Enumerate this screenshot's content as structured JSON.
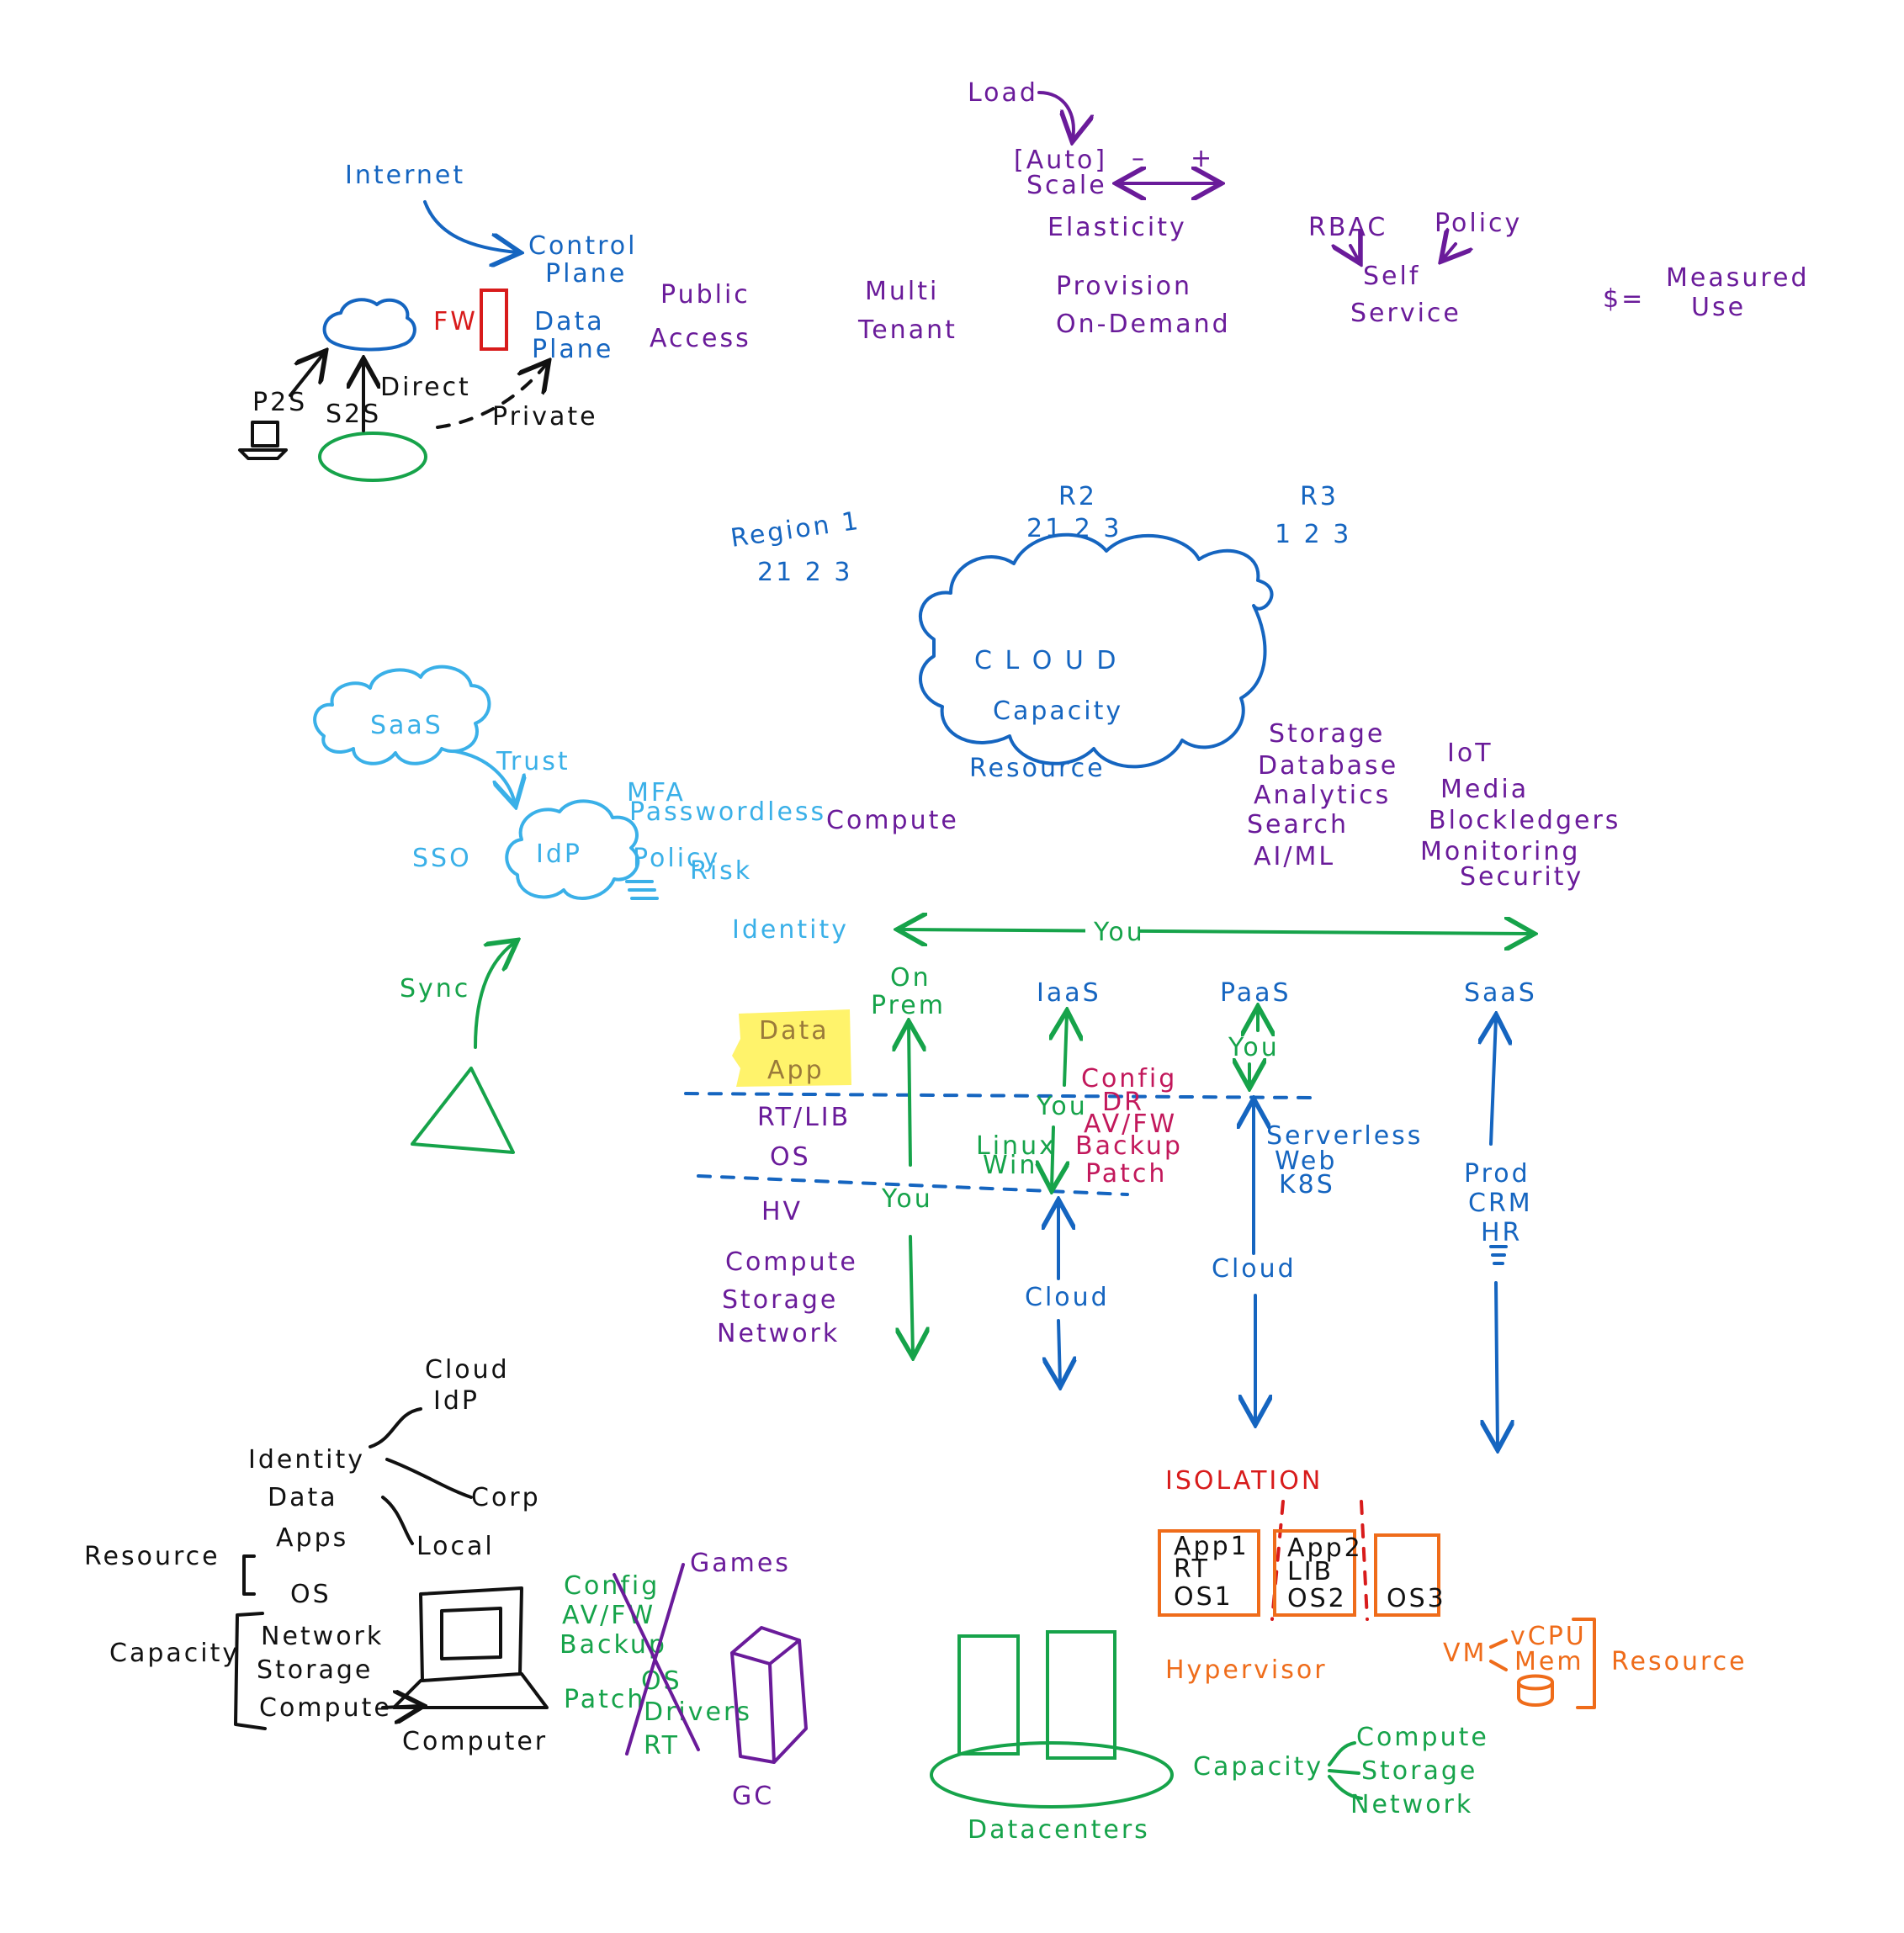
{
  "colors": {
    "blue": "#1565c0",
    "purple": "#6a1b9a",
    "red": "#d81b1b",
    "green": "#16a34a",
    "lightblue": "#3ab0e8",
    "black": "#111111",
    "orange": "#ef6c1a",
    "magenta": "#c2185b",
    "highlight": "#fff36b",
    "highlight_text": "#9a7a3a"
  },
  "network": {
    "internet": "Internet",
    "control_plane": [
      "Control",
      "Plane"
    ],
    "data_plane": [
      "Data",
      "Plane"
    ],
    "fw": "FW",
    "p2s": "P2S",
    "s2s": "S2S",
    "direct": "Direct",
    "private": "Private"
  },
  "traits": {
    "load": "Load",
    "autoscale": [
      "[Auto]",
      "Scale"
    ],
    "minus": "–",
    "plus": "+",
    "elasticity": "Elasticity",
    "public_access": [
      "Public",
      "Access"
    ],
    "multi_tenant": [
      "Multi",
      "Tenant"
    ],
    "provision": [
      "Provision",
      "On-Demand"
    ],
    "rbac": "RBAC",
    "policy": "Policy",
    "self_service": [
      "Self",
      "Service"
    ],
    "dollar": "$=",
    "measured_use": [
      "Measured",
      "Use"
    ]
  },
  "regions": {
    "region1": "Region 1",
    "region1_zones": "21 2 3",
    "r2": "R2",
    "r2_zones": "21 2 3",
    "r3": "R3",
    "r3_zones": "1 2 3"
  },
  "cloud": {
    "line1": "C L O U D",
    "line2": "Capacity",
    "line3": "Resource",
    "compute": "Compute",
    "services_left": [
      "Storage",
      "Database",
      "Analytics",
      "Search",
      "AI/ML"
    ],
    "services_right": [
      "IoT",
      "Media",
      "Blockledgers",
      "Monitoring",
      "Security"
    ]
  },
  "identity_area": {
    "saas": "SaaS",
    "trust": "Trust",
    "idp": "IdP",
    "mfa": "MFA",
    "passwordless": "Passwordless",
    "policy": "Policy",
    "risk": "Risk",
    "sso": "SSO",
    "sync": "Sync"
  },
  "models": {
    "identity": "Identity",
    "you_top": "You",
    "on_prem": [
      "On",
      "Prem"
    ],
    "iaas": "IaaS",
    "paas": "PaaS",
    "saas": "SaaS",
    "data_app": [
      "Data",
      "App"
    ],
    "rt_lib": "RT/LIB",
    "os": "OS",
    "hv": "HV",
    "you_onprem": "You",
    "infra": [
      "Compute",
      "Storage",
      "Network"
    ],
    "you_iaas": "You",
    "iaas_tasks": [
      "Config",
      "DR",
      "AV/FW",
      "Backup",
      "Patch"
    ],
    "linux_win": [
      "Linux",
      "Win"
    ],
    "cloud_iaas": "Cloud",
    "you_paas": "You",
    "paas_items": [
      "Serverless",
      "Web",
      "K8S"
    ],
    "cloud_paas": "Cloud",
    "saas_items": [
      "Prod",
      "CRM",
      "HR"
    ]
  },
  "computer": {
    "cloud_idp": [
      "Cloud",
      "IdP"
    ],
    "identity": "Identity",
    "corp": "Corp",
    "local": "Local",
    "data": "Data",
    "apps": "Apps",
    "resource": "Resource",
    "os": "OS",
    "capacity": "Capacity",
    "stack": [
      "Network",
      "Storage",
      "Compute"
    ],
    "computer": "Computer",
    "config_list": [
      "Config",
      "AV/FW",
      "Backup",
      "Patch"
    ],
    "os_small": "OS",
    "drivers": "Drivers",
    "rt": "RT",
    "games": "Games",
    "gc": "GC"
  },
  "datacenter": {
    "isolation": "ISOLATION",
    "vm1": [
      "App1",
      "RT",
      "OS1"
    ],
    "vm2": [
      "App2",
      "LIB",
      "OS2"
    ],
    "vm3": "OS3",
    "hypervisor": "Hypervisor",
    "vm": "VM",
    "vcpu": "vCPU",
    "mem": "Mem",
    "resource": "Resource",
    "capacity": "Capacity",
    "cap_items": [
      "Compute",
      "Storage",
      "Network"
    ],
    "datacenters": "Datacenters"
  }
}
